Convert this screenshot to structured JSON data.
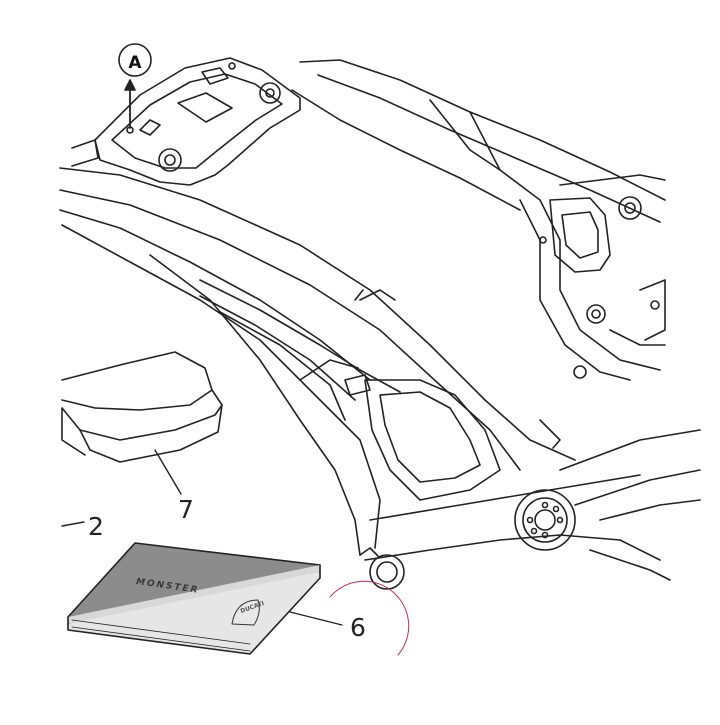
{
  "callouts": {
    "part_2": "2",
    "part_7": "7",
    "part_6": "6",
    "view_ref": "A"
  },
  "manual": {
    "brand": "MONSTER",
    "logo": "DUCATI"
  },
  "colors": {
    "line": "#222222",
    "cover": "#8c8c8c",
    "highlight_circle": "#c0304a"
  }
}
